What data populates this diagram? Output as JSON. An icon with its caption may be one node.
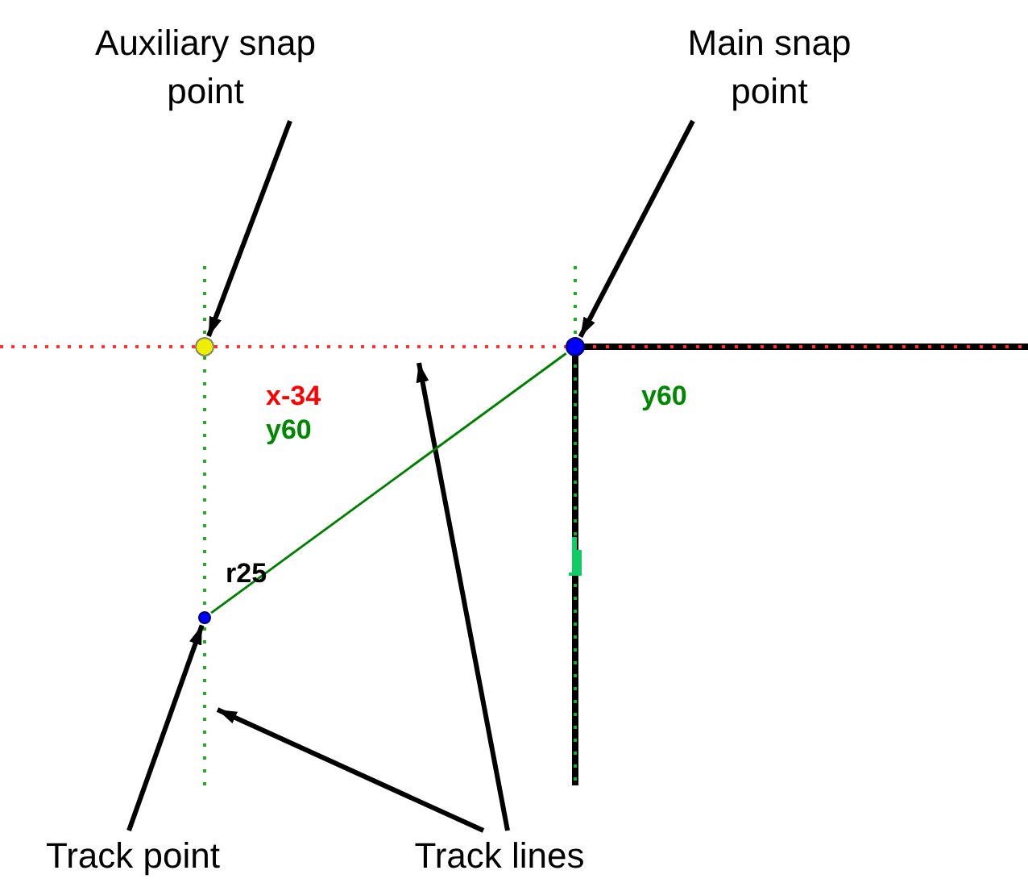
{
  "diagram": {
    "nodes": [
      {
        "text": [
          "Auxiliary snap point"
        ]
      },
      {
        "text": [
          "Main snap point"
        ]
      },
      {
        "text": [],
        "shape": "circle"
      },
      {
        "text": [],
        "shape": "circle"
      },
      {
        "text": [],
        "shape": "circle"
      },
      {
        "text": [
          "Track point"
        ]
      },
      {
        "text": [
          "Track lines"
        ]
      }
    ],
    "edges": [
      {
        "from": 0,
        "to": 2,
        "arrow": "to"
      },
      {
        "from": 1,
        "to": 3,
        "arrow": "to"
      },
      {
        "from": 5,
        "to": 4,
        "arrow": "to"
      },
      {
        "from": 6,
        "to": null,
        "arrow": "to"
      },
      {
        "from": 6,
        "to": null,
        "arrow": "to"
      },
      {
        "from": 3,
        "to": 4,
        "arrow": "none",
        "color": "#008000"
      }
    ],
    "labels": [
      "x-34",
      "y60",
      "y60",
      "r25"
    ]
  }
}
